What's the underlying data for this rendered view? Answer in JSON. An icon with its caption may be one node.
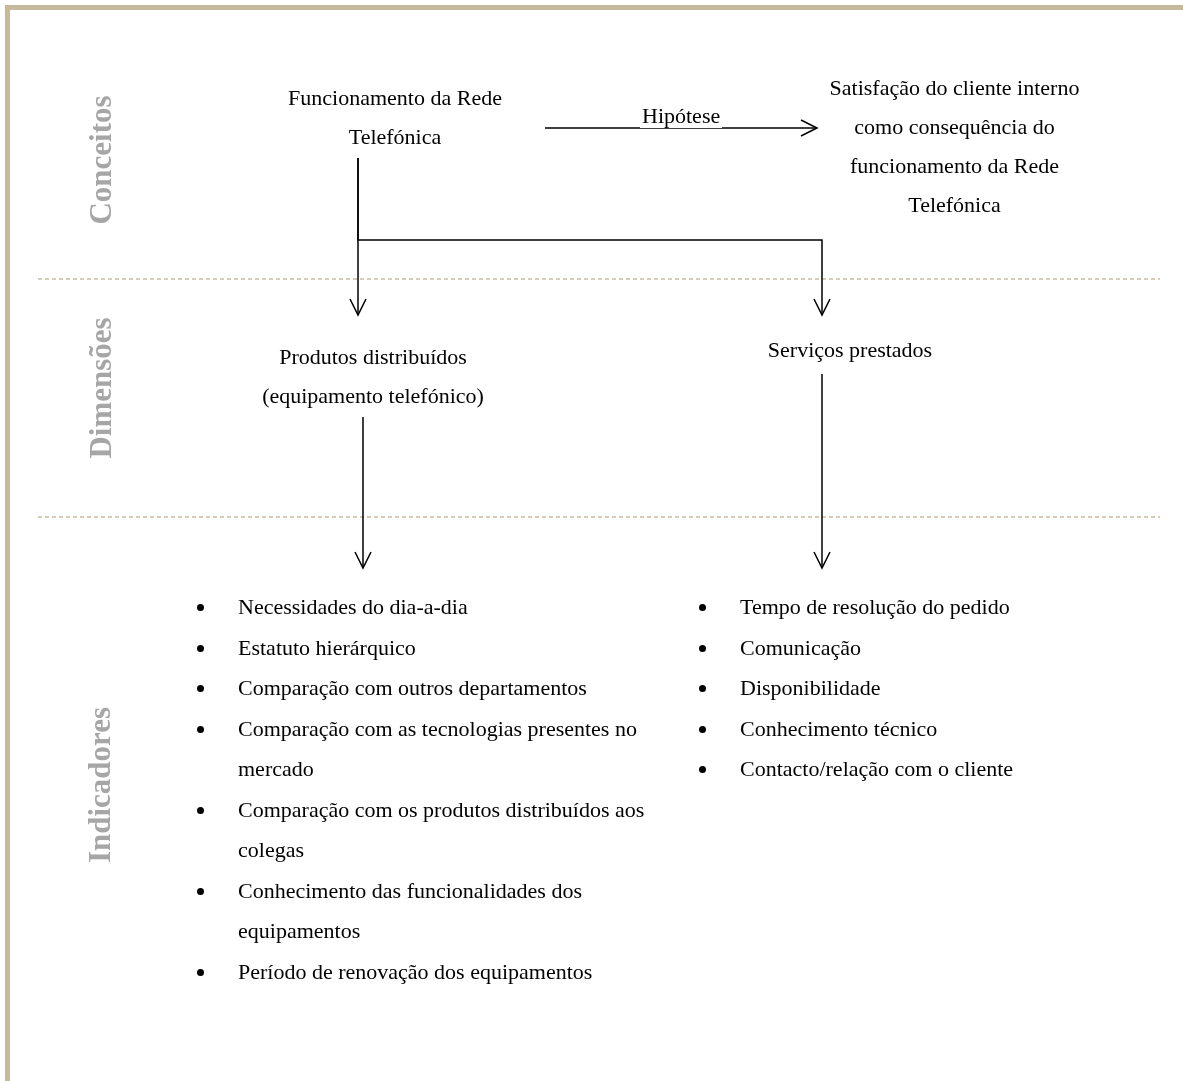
{
  "diagram": {
    "nodes": [
      {
        "text": [
          "Funcionamento da Rede Telefónica"
        ]
      },
      {
        "text": [
          "Satisfação do cliente interno como consequência do funcionamento da Rede Telefónica"
        ]
      },
      {
        "text": [
          "Produtos distribuídos (equipamento telefónico)"
        ]
      },
      {
        "text": [
          "Serviços prestados"
        ]
      },
      {
        "text": [
          "Necessidades do dia-a-dia",
          "Estatuto hierárquico",
          "Comparação com outros departamentos",
          "Comparação com as tecnologias presentes no mercado",
          "Comparação com os produtos distribuídos aos colegas",
          "Conhecimento das funcionalidades dos equipamentos",
          "Período de renovação dos equipamentos"
        ]
      },
      {
        "text": [
          "Tempo de resolução do pedido",
          "Comunicação",
          "Disponibilidade",
          "Conhecimento técnico",
          "Contacto/relação com o cliente"
        ]
      }
    ],
    "edges": [
      {
        "from": 0,
        "to": 1,
        "arrow": "to",
        "label": "Hipótese"
      },
      {
        "from": 0,
        "to": 2,
        "arrow": "to"
      },
      {
        "from": 0,
        "to": 3,
        "arrow": "to"
      },
      {
        "from": 2,
        "to": 4,
        "arrow": "to"
      },
      {
        "from": 3,
        "to": 5,
        "arrow": "to"
      }
    ],
    "labels": [
      "Conceitos",
      "Dimensões",
      "Indicadores"
    ]
  }
}
